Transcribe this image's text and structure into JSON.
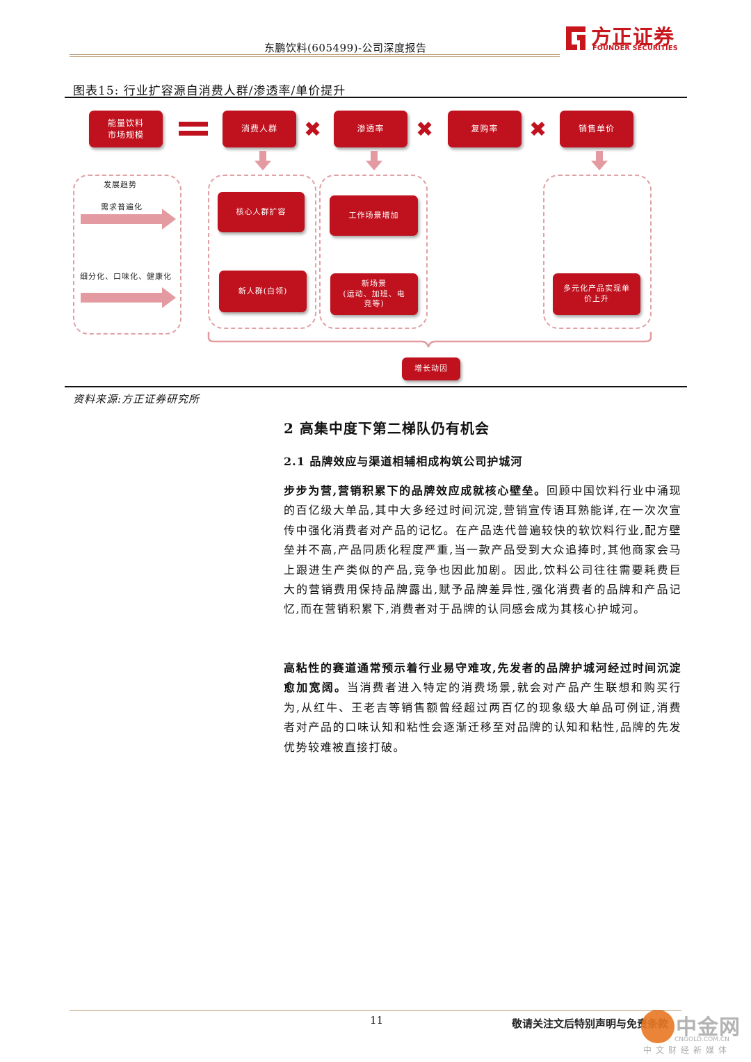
{
  "header": {
    "title": "东鹏饮料(605499)-公司深度报告",
    "logo_cn": "方正证券",
    "logo_en": "FOUNDER SECURITIES"
  },
  "figure": {
    "caption": "图表15:   行业扩容源自消费人群/渗透率/单价提升",
    "source": "资料来源:方正证券研究所"
  },
  "diagram": {
    "market_box": "能量饮料\n市场规模",
    "equals": "=",
    "multiply": "✖",
    "factors": [
      "消费人群",
      "渗透率",
      "复购率",
      "销售单价"
    ],
    "trend_title": "发展趋势",
    "trend_1": "需求普遍化",
    "trend_2": "细分化、口味化、健康化",
    "consumer_items": [
      "核心人群扩容",
      "新人群(白领)"
    ],
    "penetration_items": [
      "工作场景增加",
      "新场景\n(运动、加班、电\n竞等)"
    ],
    "price_item": "多元化产品实现单\n价上升",
    "growth_driver": "增长动因"
  },
  "section": {
    "h2": "2 高集中度下第二梯队仍有机会",
    "h3": "2.1 品牌效应与渠道相辅相成构筑公司护城河",
    "p1_bold": "步步为营,营销积累下的品牌效应成就核心壁垒。",
    "p1_text": "回顾中国饮料行业中涌现的百亿级大单品,其中大多经过时间沉淀,营销宣传语耳熟能详,在一次次宣传中强化消费者对产品的记忆。在产品迭代普遍较快的软饮料行业,配方壁垒并不高,产品同质化程度严重,当一款产品受到大众追捧时,其他商家会马上跟进生产类似的产品,竞争也因此加剧。因此,饮料公司往往需要耗费巨大的营销费用保持品牌露出,赋予品牌差异性,强化消费者的品牌和产品记忆,而在营销积累下,消费者对于品牌的认同感会成为其核心护城河。",
    "p2_bold": "高粘性的赛道通常预示着行业易守难攻,先发者的品牌护城河经过时间沉淀愈加宽阔。",
    "p2_text": "当消费者进入特定的消费场景,就会对产品产生联想和购买行为,从红牛、王老吉等销售额曾经超过两百亿的现象级大单品可例证,消费者对产品的口味认知和粘性会逐渐迁移至对品牌的认知和粘性,品牌的先发优势较难被直接打破。"
  },
  "footer": {
    "page_number": "11",
    "note": "敬请关注文后特别声明与免责条款",
    "watermark_main": "中金网",
    "watermark_url": "CNGOLD.COM.CN",
    "watermark_sub": "中文财经新媒体"
  },
  "colors": {
    "brand_red": "#c0121e",
    "gold_rule": "#b79a6e"
  }
}
